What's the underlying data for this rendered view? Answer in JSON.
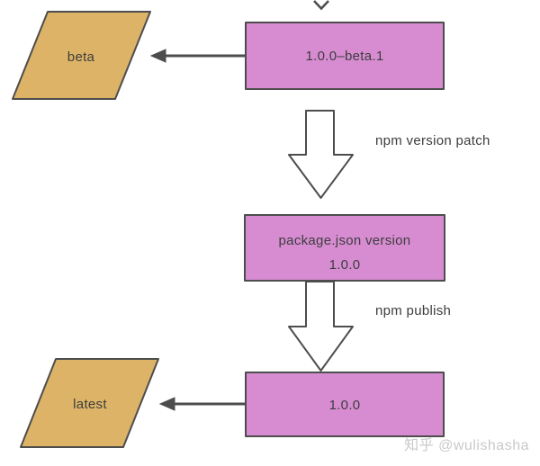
{
  "diagram": {
    "colors": {
      "background": "#ffffff",
      "node_fill": "#d78cd2",
      "tag_fill": "#ddb467",
      "stroke": "#4d4d4d",
      "text": "#3d3d3d",
      "block_arrow_fill": "#ffffff",
      "watermark": "#c9c9c9"
    },
    "nodes": {
      "version_beta": {
        "label": "1.0.0–beta.1"
      },
      "beta_tag": {
        "label": "beta"
      },
      "package_version": {
        "line1": "package.json version",
        "line2": "1.0.0"
      },
      "final_version": {
        "label": "1.0.0"
      },
      "latest_tag": {
        "label": "latest"
      }
    },
    "edges": {
      "npm_version_patch": {
        "label": "npm version patch"
      },
      "npm_publish": {
        "label": "npm publish"
      }
    },
    "watermark_text": "知乎 @wulishasha"
  }
}
